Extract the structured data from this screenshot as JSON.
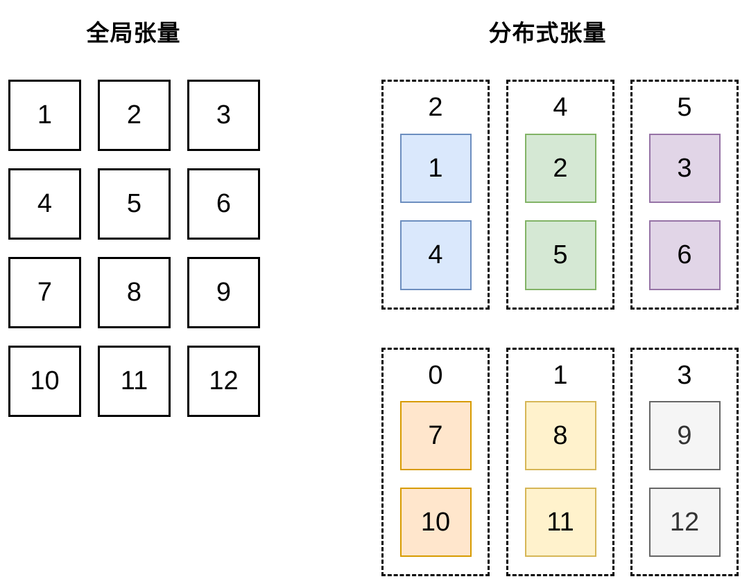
{
  "titles": {
    "global": "全局张量",
    "distributed": "分布式张量"
  },
  "global_tensor": {
    "rows": 4,
    "cols": 3,
    "border_color": "#000000",
    "cells": [
      "1",
      "2",
      "3",
      "4",
      "5",
      "6",
      "7",
      "8",
      "9",
      "10",
      "11",
      "12"
    ]
  },
  "distributed_tensor": {
    "groups": [
      {
        "label": "2",
        "color": "blue",
        "fill": "#dae8fc",
        "stroke": "#6c8ebf",
        "text": "#000000",
        "cells": [
          "1",
          "4"
        ]
      },
      {
        "label": "4",
        "color": "green",
        "fill": "#d5e8d4",
        "stroke": "#82b366",
        "text": "#000000",
        "cells": [
          "2",
          "5"
        ]
      },
      {
        "label": "5",
        "color": "purple",
        "fill": "#e1d5e7",
        "stroke": "#9673a6",
        "text": "#000000",
        "cells": [
          "3",
          "6"
        ]
      },
      {
        "label": "0",
        "color": "orange",
        "fill": "#ffe6cc",
        "stroke": "#d79b00",
        "text": "#000000",
        "cells": [
          "7",
          "10"
        ]
      },
      {
        "label": "1",
        "color": "yellow",
        "fill": "#fff2cc",
        "stroke": "#d6b656",
        "text": "#000000",
        "cells": [
          "8",
          "11"
        ]
      },
      {
        "label": "3",
        "color": "gray",
        "fill": "#f5f5f5",
        "stroke": "#666666",
        "text": "#333333",
        "cells": [
          "9",
          "12"
        ]
      }
    ]
  }
}
